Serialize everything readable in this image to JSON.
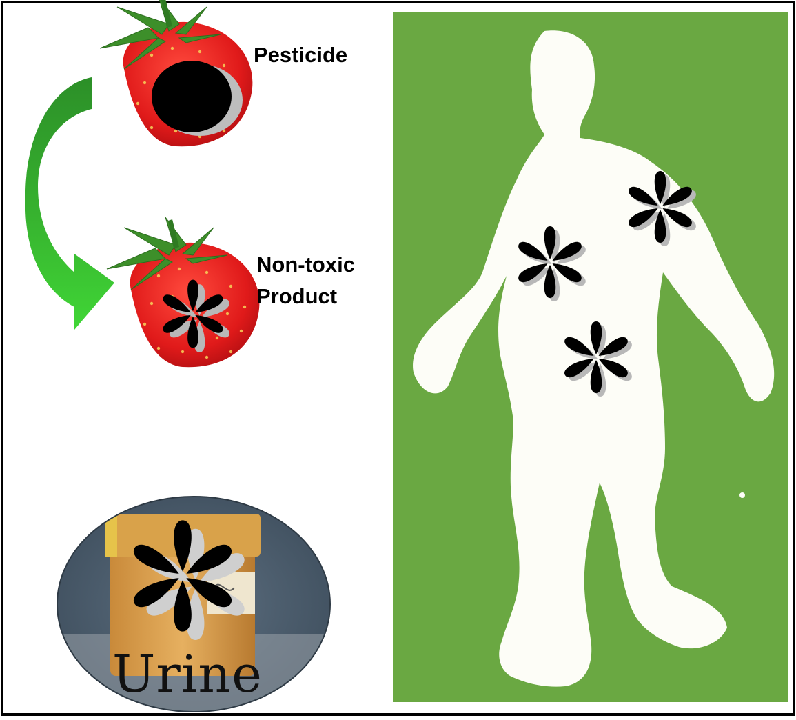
{
  "labels": {
    "pesticide": "Pesticide",
    "product_line1": "Non-toxic",
    "product_line2": "Product",
    "urine": "Urine"
  },
  "colors": {
    "background_green": "#6aa842",
    "silhouette": "#fdfdf7",
    "arrow_dark": "#2f9a2a",
    "arrow_light": "#3fcf35",
    "strawberry": "#e62020",
    "leaf": "#3d8f2a",
    "frame": "#000000"
  },
  "icons": {
    "pesticide_marker": "black-dot",
    "metabolite_marker": "asterisk"
  }
}
